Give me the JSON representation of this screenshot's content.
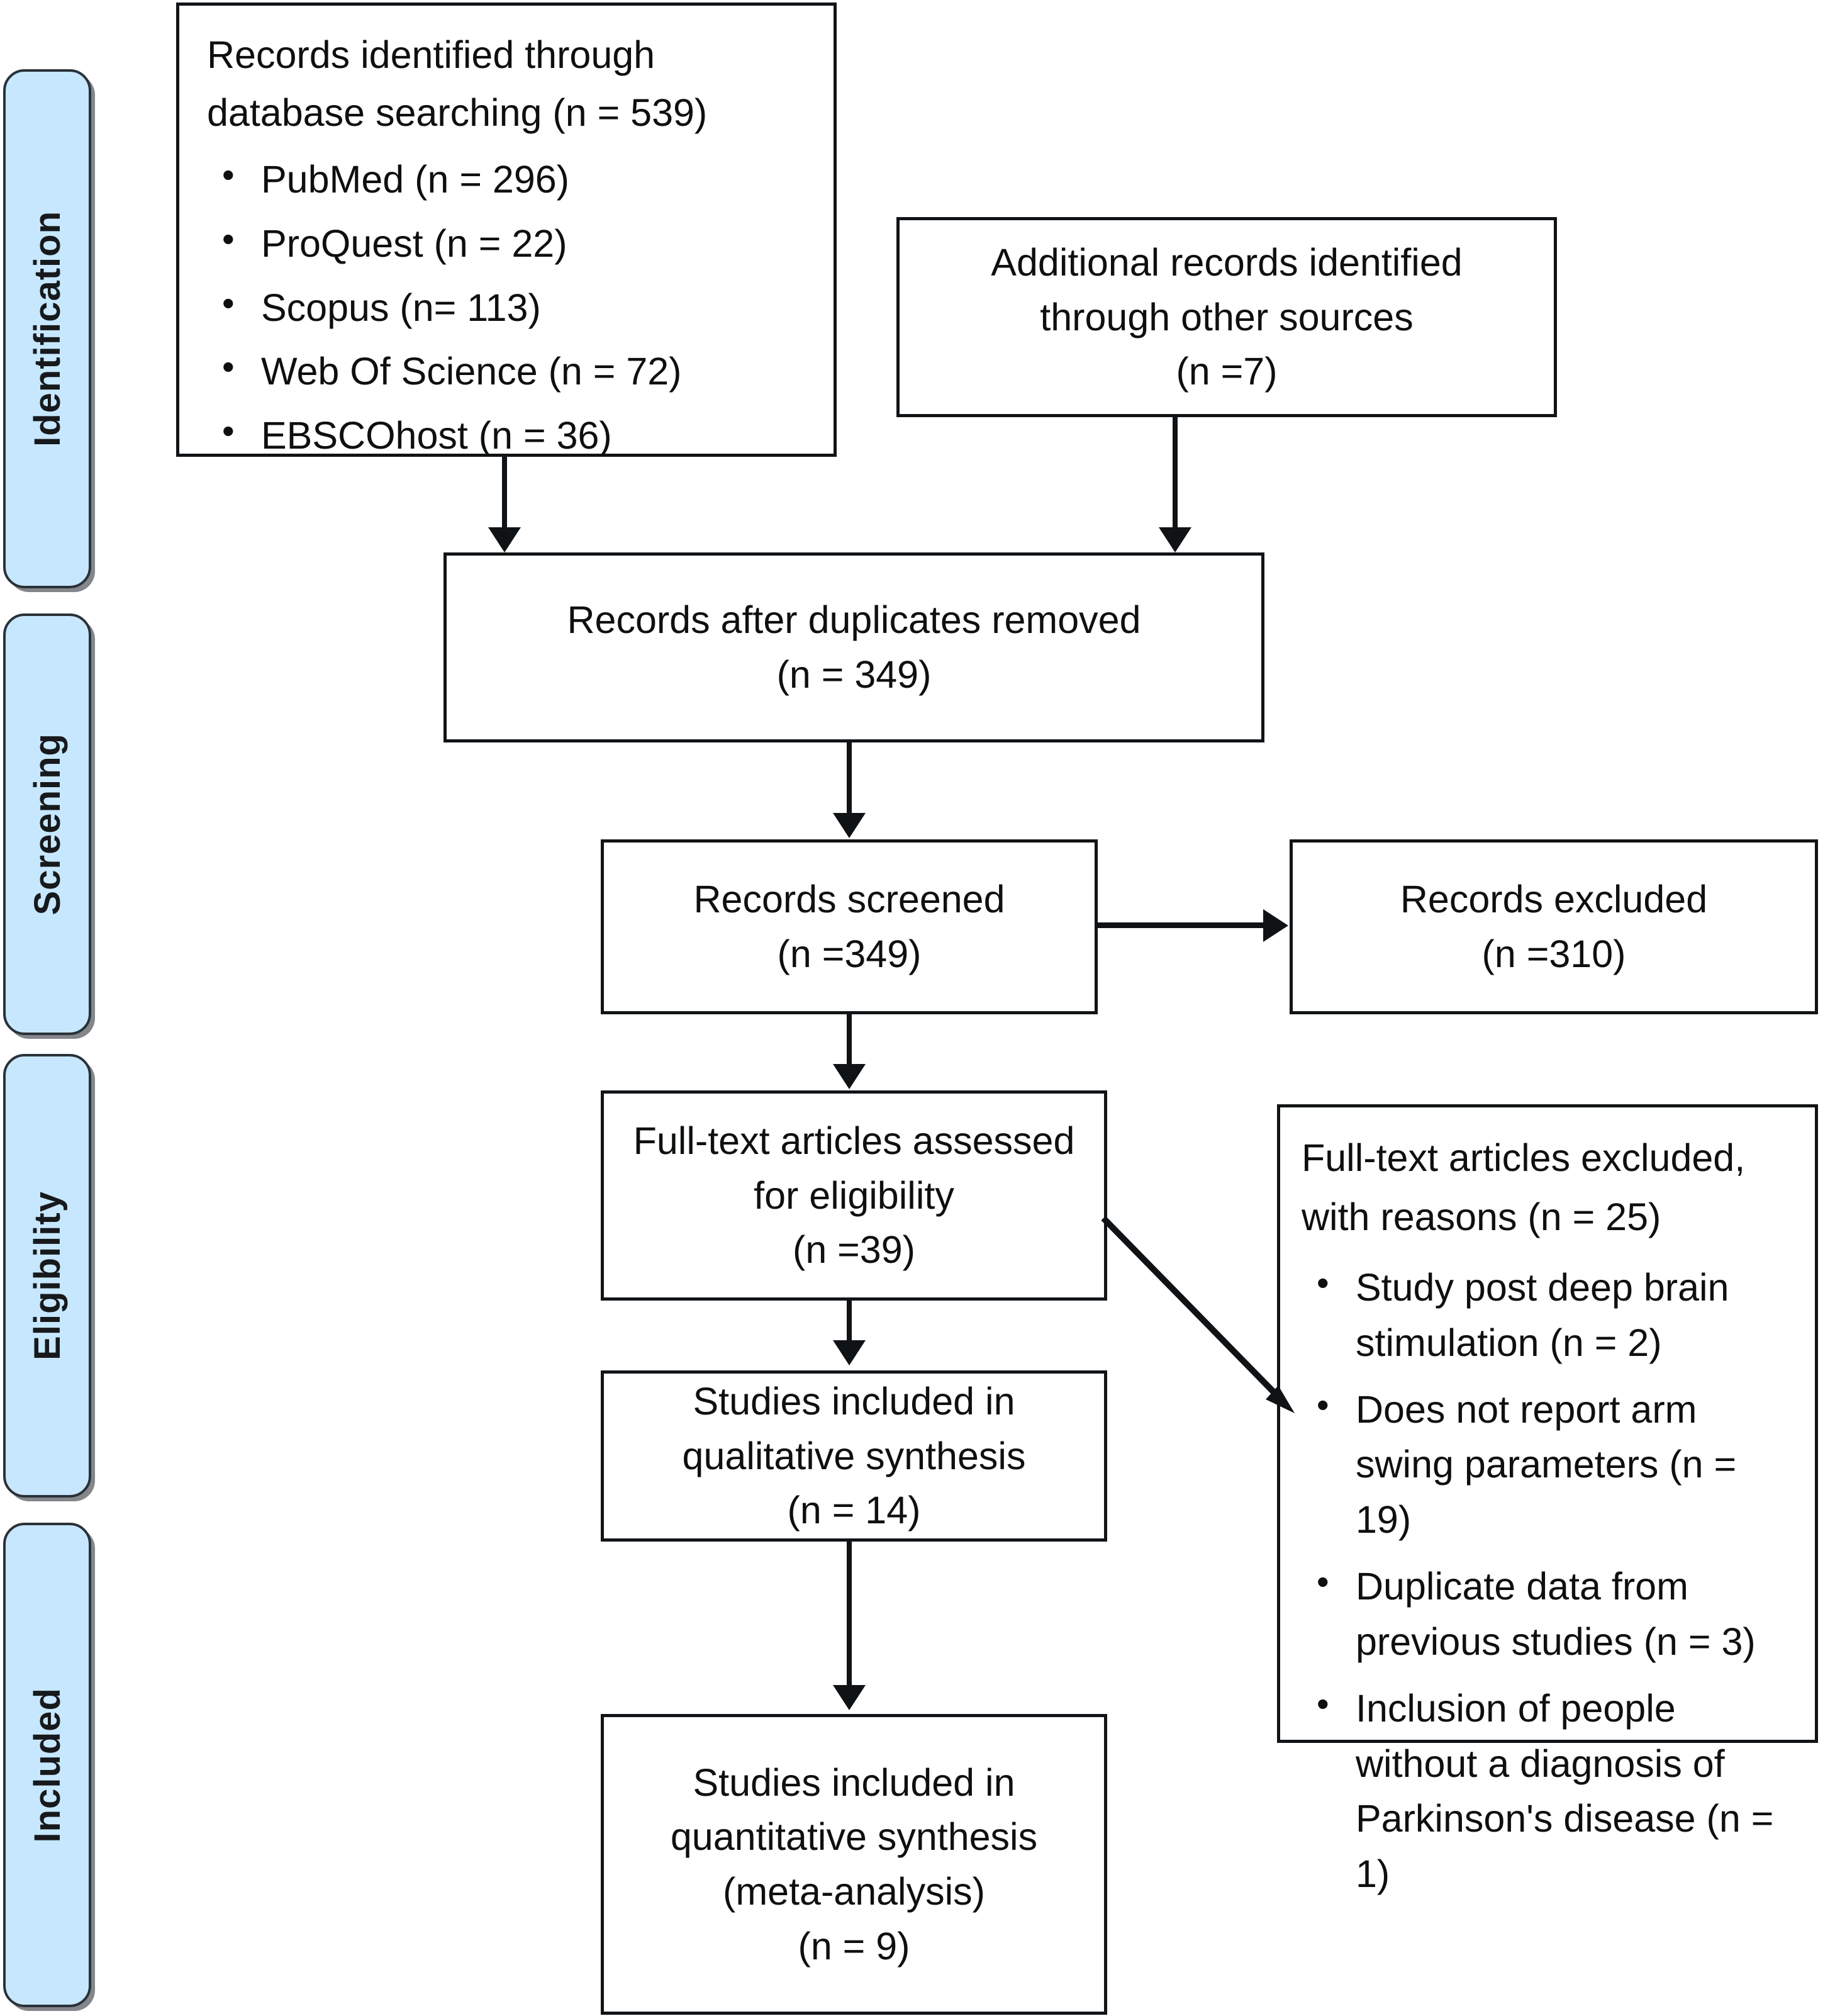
{
  "diagram": {
    "title": "PRISMA flow diagram",
    "accent_color": "#c6e7fd",
    "line_color": "#101316"
  },
  "stages": [
    {
      "label": "Identification"
    },
    {
      "label": "Screening"
    },
    {
      "label": "Eligibility"
    },
    {
      "label": "Included"
    }
  ],
  "boxes": {
    "identified": {
      "heading_line1": "Records identified through",
      "heading_line2": "database searching (n = 539)",
      "sources": [
        "PubMed (n = 296)",
        "ProQuest (n = 22)",
        "Scopus (n= 113)",
        "Web Of Science (n = 72)",
        "EBSCOhost (n = 36)"
      ]
    },
    "additional": {
      "line1": "Additional records identified",
      "line2": "through other sources",
      "line3": "(n =7)"
    },
    "duplicates": {
      "line1": "Records after duplicates removed",
      "line2": "(n = 349)"
    },
    "screened": {
      "line1": "Records screened",
      "line2": "(n =349)"
    },
    "records_excluded": {
      "line1": "Records excluded",
      "line2": "(n =310)"
    },
    "fulltext": {
      "line1": "Full-text articles assessed",
      "line2": "for eligibility",
      "line3": "(n =39)"
    },
    "fulltext_excluded": {
      "heading_line1": "Full-text articles excluded,",
      "heading_line2": "with reasons (n = 25)",
      "reasons": [
        "Study post deep brain stimulation (n = 2)",
        "Does not report arm swing parameters (n = 19)",
        "Duplicate data from previous studies (n = 3)",
        "Inclusion of people without a diagnosis of Parkinson's disease (n = 1)"
      ]
    },
    "qualitative": {
      "line1": "Studies included in",
      "line2": "qualitative synthesis",
      "line3": "(n = 14)"
    },
    "quantitative": {
      "line1": "Studies included in",
      "line2": "quantitative synthesis",
      "line3": "(meta-analysis)",
      "line4": "(n = 9)"
    }
  },
  "chart_data": {
    "type": "flowchart",
    "title": "PRISMA flow diagram",
    "nodes": [
      {
        "id": "identified",
        "stage": "Identification",
        "label": "Records identified through database searching",
        "n": 539,
        "breakdown": [
          {
            "source": "PubMed",
            "n": 296
          },
          {
            "source": "ProQuest",
            "n": 22
          },
          {
            "source": "Scopus",
            "n": 113
          },
          {
            "source": "Web Of Science",
            "n": 72
          },
          {
            "source": "EBSCOhost",
            "n": 36
          }
        ]
      },
      {
        "id": "additional",
        "stage": "Identification",
        "label": "Additional records identified through other sources",
        "n": 7
      },
      {
        "id": "duplicates",
        "stage": "Identification",
        "label": "Records after duplicates removed",
        "n": 349
      },
      {
        "id": "screened",
        "stage": "Screening",
        "label": "Records screened",
        "n": 349
      },
      {
        "id": "records_excluded",
        "stage": "Screening",
        "label": "Records excluded",
        "n": 310
      },
      {
        "id": "fulltext",
        "stage": "Eligibility",
        "label": "Full-text articles assessed for eligibility",
        "n": 39
      },
      {
        "id": "fulltext_excluded",
        "stage": "Eligibility",
        "label": "Full-text articles excluded, with reasons",
        "n": 25,
        "breakdown": [
          {
            "reason": "Study post deep brain stimulation",
            "n": 2
          },
          {
            "reason": "Does not report arm swing parameters",
            "n": 19
          },
          {
            "reason": "Duplicate data from previous studies",
            "n": 3
          },
          {
            "reason": "Inclusion of people without a diagnosis of Parkinson's disease",
            "n": 1
          }
        ]
      },
      {
        "id": "qualitative",
        "stage": "Included",
        "label": "Studies included in qualitative synthesis",
        "n": 14
      },
      {
        "id": "quantitative",
        "stage": "Included",
        "label": "Studies included in quantitative synthesis (meta-analysis)",
        "n": 9
      }
    ],
    "edges": [
      {
        "from": "identified",
        "to": "duplicates"
      },
      {
        "from": "additional",
        "to": "duplicates"
      },
      {
        "from": "duplicates",
        "to": "screened"
      },
      {
        "from": "screened",
        "to": "records_excluded"
      },
      {
        "from": "screened",
        "to": "fulltext"
      },
      {
        "from": "fulltext",
        "to": "fulltext_excluded"
      },
      {
        "from": "fulltext",
        "to": "qualitative"
      },
      {
        "from": "qualitative",
        "to": "quantitative"
      }
    ]
  }
}
